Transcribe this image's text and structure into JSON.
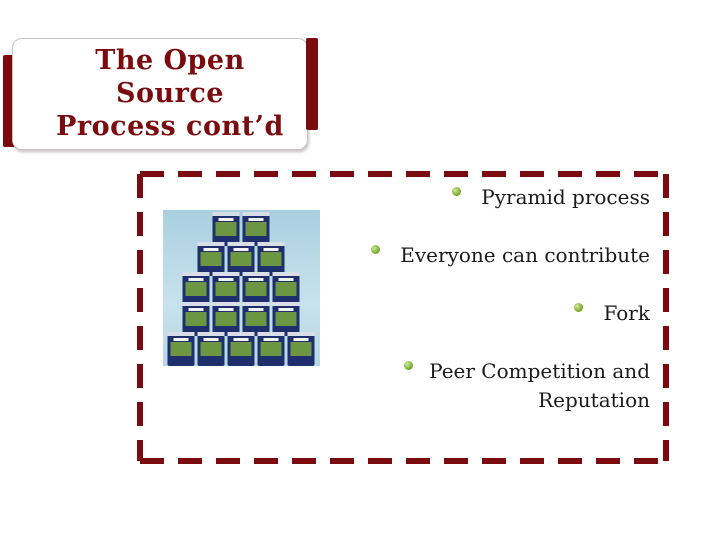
{
  "title": {
    "text": "The Open Source\nProcess cont’d"
  },
  "image": {
    "alt": "stacked-cans-pyramid"
  },
  "bullets": [
    {
      "text": "Pyramid process"
    },
    {
      "text": "Everyone can contribute"
    },
    {
      "text": "Fork"
    },
    {
      "text": "Peer Competition and\nReputation"
    }
  ],
  "colors": {
    "accent": "#7a0c10",
    "bullet": "#6fa425"
  }
}
